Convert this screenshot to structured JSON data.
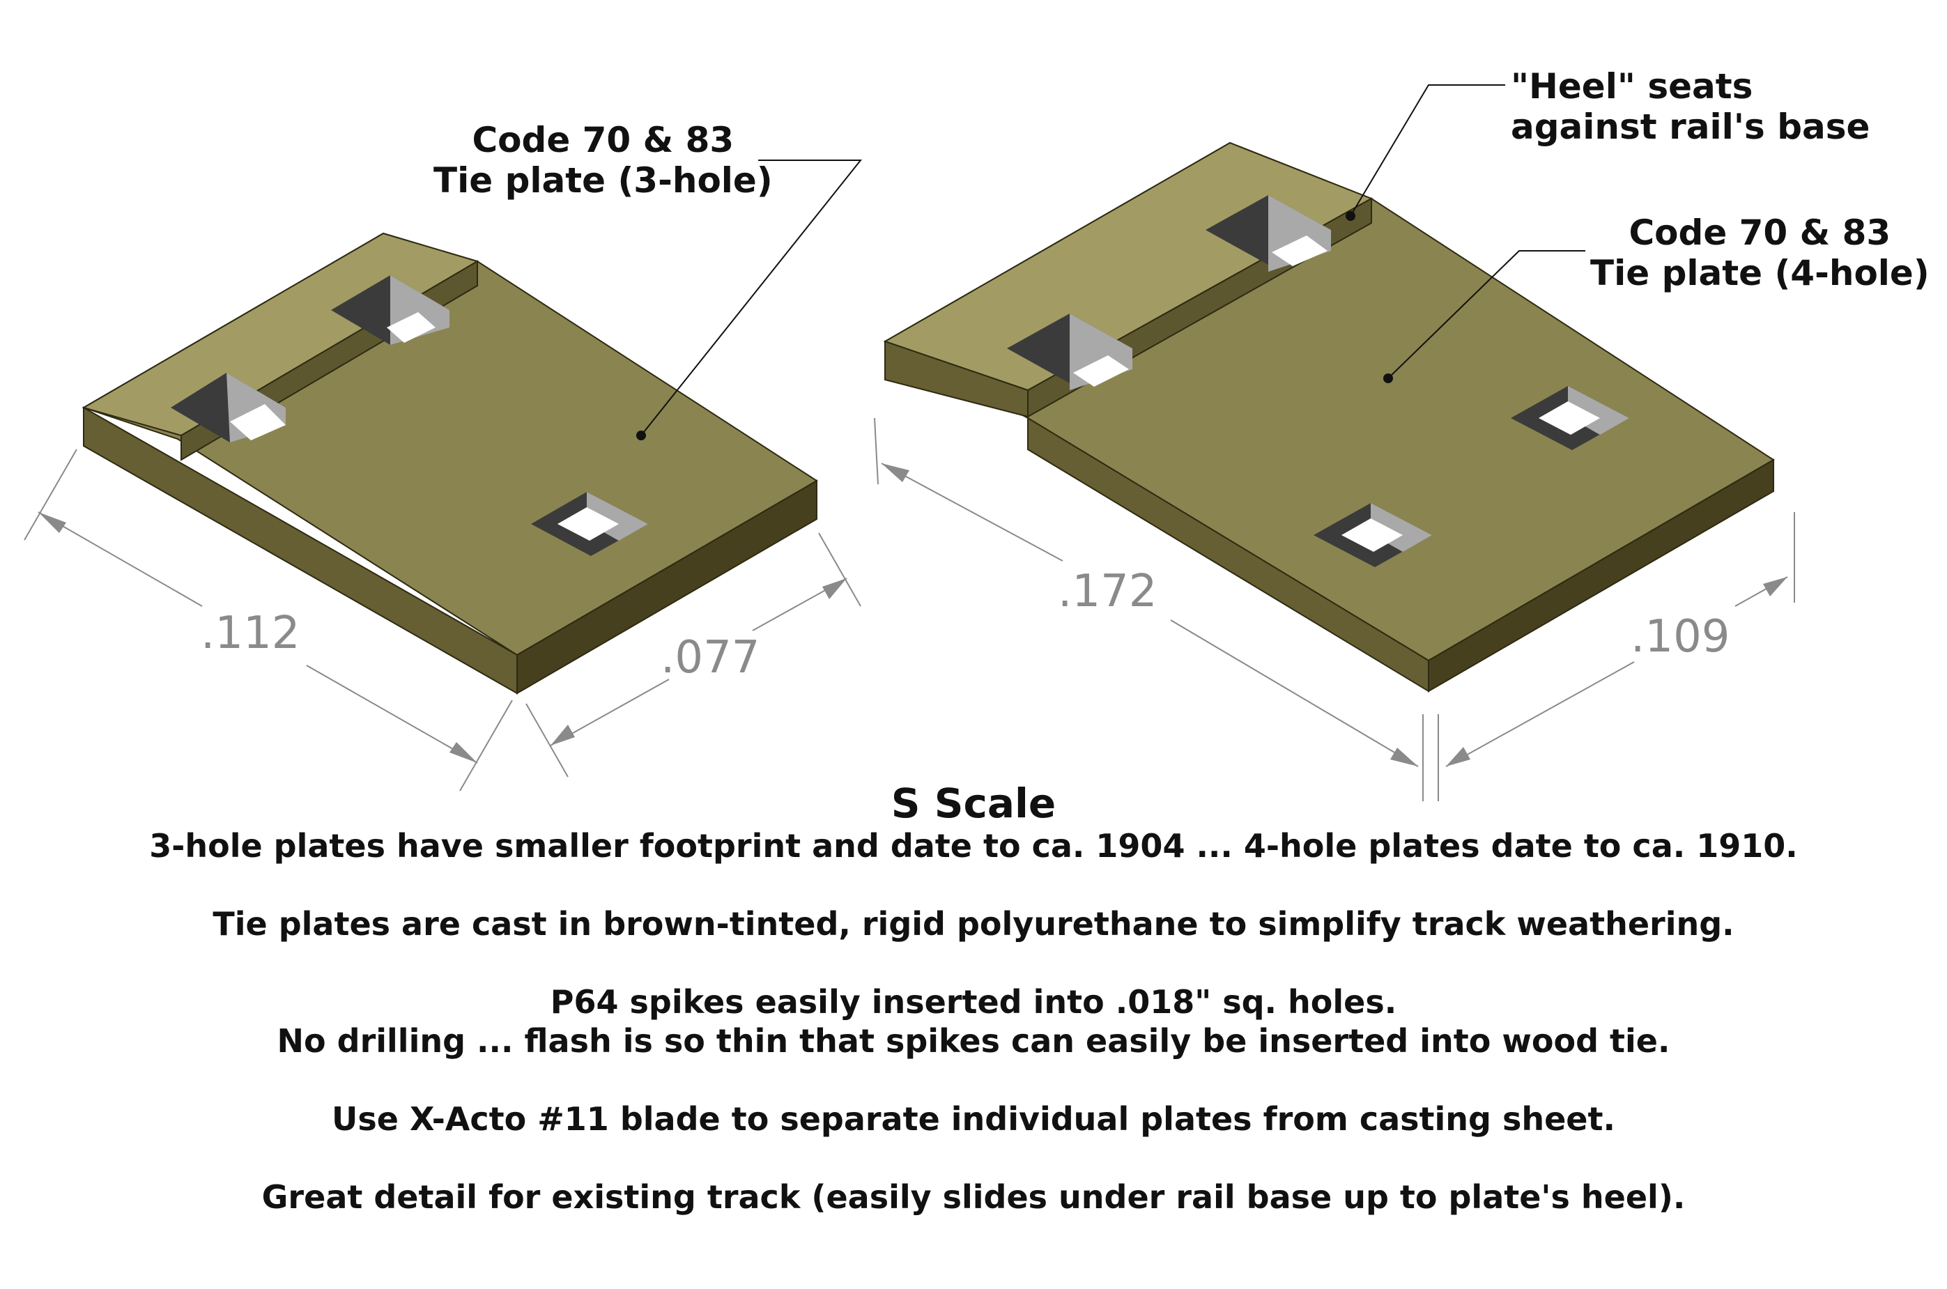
{
  "colors": {
    "plate_top": "#8a8450",
    "plate_front": "#655f33",
    "plate_side": "#46401e",
    "hole_wall": "#a9a9a9",
    "hole_dark": "#3b3b3b",
    "dimension": "#8a8a8a"
  },
  "callouts": {
    "plate3_line1": "Code 70 & 83",
    "plate3_line2": "Tie plate (3-hole)",
    "heel_line1": "\"Heel\" seats",
    "heel_line2": "against rail's base",
    "plate4_line1": "Code 70 & 83",
    "plate4_line2": "Tie plate (4-hole)"
  },
  "dimensions": {
    "plate3_length": ".112",
    "plate3_width": ".077",
    "plate4_length": ".172",
    "plate4_width": ".109"
  },
  "notes": {
    "title": "S Scale",
    "line1": "3-hole plates have smaller footprint and date to ca. 1904 ... 4-hole plates date to ca. 1910.",
    "line2": "Tie plates are cast in brown-tinted, rigid polyurethane to simplify track weathering.",
    "line3": "P64 spikes easily inserted into .018\" sq. holes.",
    "line4": "No drilling ... flash is so thin that spikes can easily be inserted into wood tie.",
    "line5": "Use X-Acto #11 blade to separate individual plates from casting sheet.",
    "line6": "Great detail for existing track (easily slides under rail base up to plate's heel)."
  }
}
